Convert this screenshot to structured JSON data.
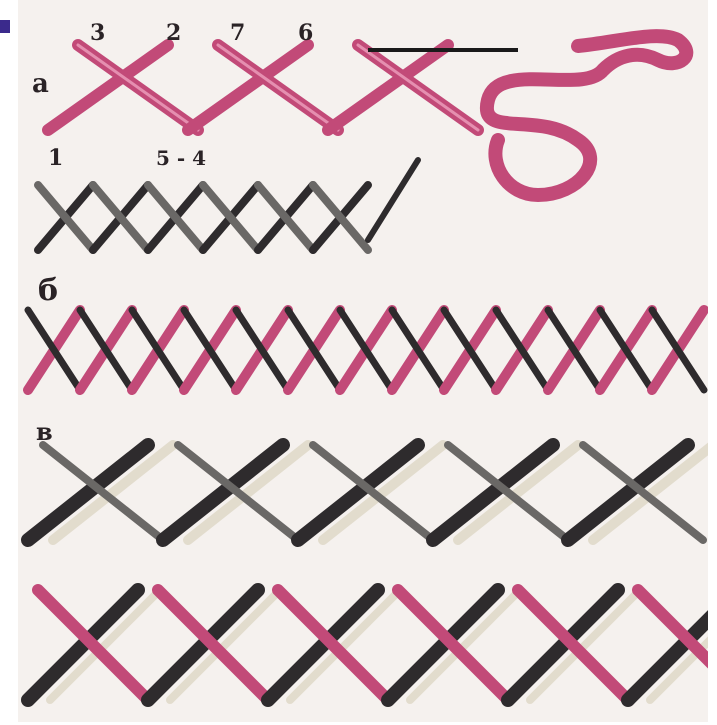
{
  "labels": {
    "panel_a": "a",
    "panel_b": "б",
    "panel_c": "в",
    "step_3": "3",
    "step_2": "2",
    "step_7": "7",
    "step_6": "6",
    "step_1": "1",
    "step_5_4": "5 - 4"
  },
  "colors": {
    "paper": "#f5f1ee",
    "thread_pink": "#c24a78",
    "thread_pink_light": "#e58fb0",
    "thread_dark": "#2e2b2d",
    "thread_grey": "#6a6866",
    "thread_cream": "#e2dccd",
    "needle": "#1a1a1a"
  },
  "rows": {
    "cross_stitch_pink_count": 3,
    "cross_stitch_dark_count": 6,
    "lattice_count": 13,
    "black_cream_count": 5,
    "pink_dark_count": 6
  }
}
